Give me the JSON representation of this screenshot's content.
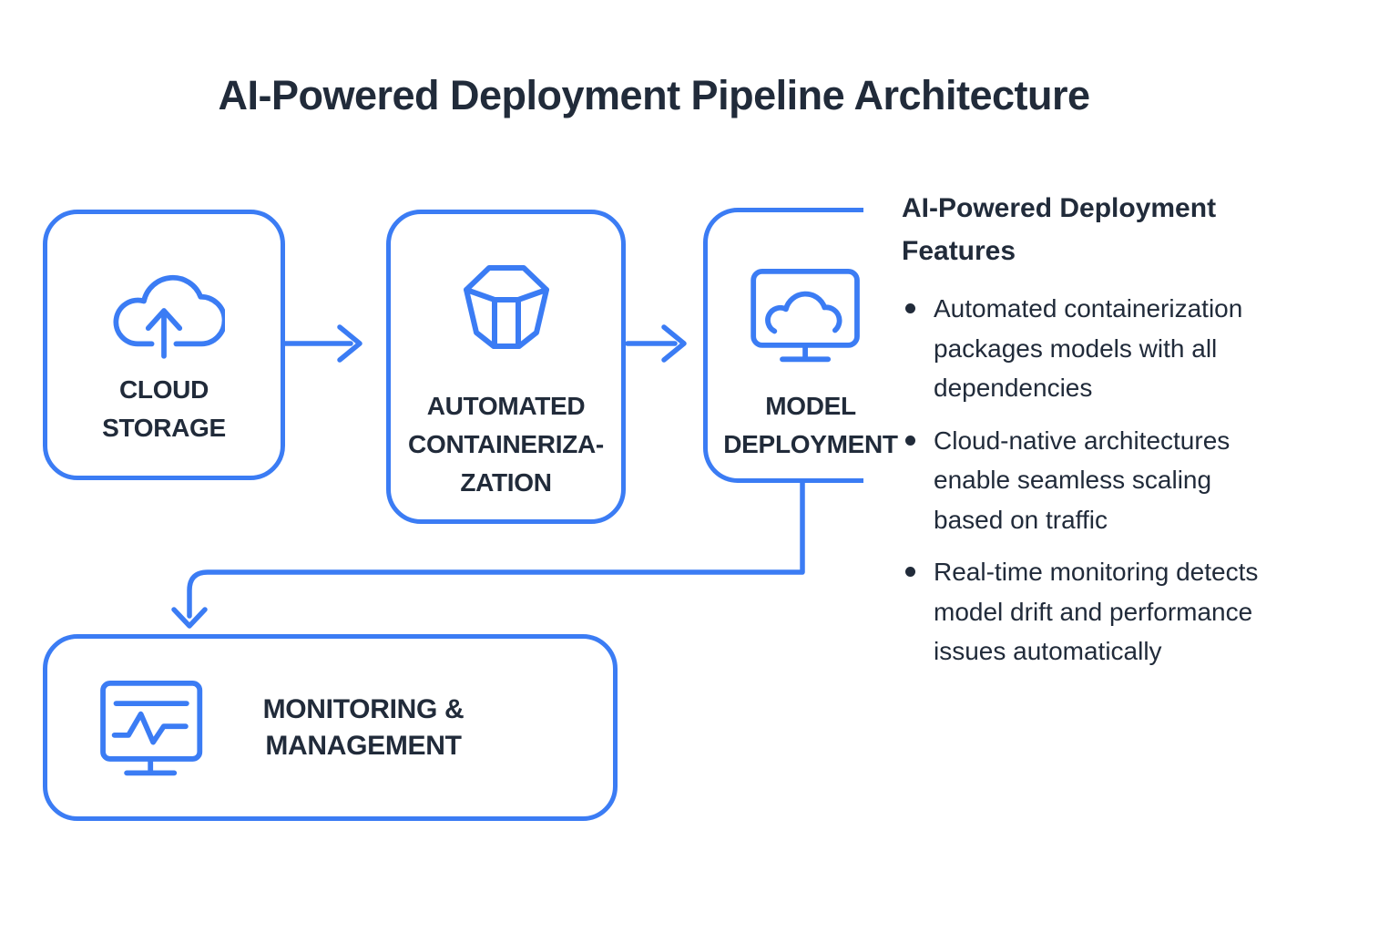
{
  "title": "AI-Powered Deployment Pipeline Architecture",
  "colors": {
    "accent": "#3b7cf4",
    "text_dark": "#212b3a"
  },
  "pipeline": {
    "nodes": [
      {
        "id": "cloud-storage",
        "label": "CLOUD\nSTORAGE",
        "icon": "cloud-upload-icon"
      },
      {
        "id": "automated-containerization",
        "label": "AUTOMATED\nCONTAINERIZA-\nZATION",
        "icon": "container-hexagon-icon"
      },
      {
        "id": "model-deployment",
        "label": "MODEL\nDEPLOYMENT",
        "icon": "monitor-cloud-icon"
      },
      {
        "id": "monitoring-management",
        "label": "MONITORING &\nMANAGEMENT",
        "icon": "monitor-pulse-icon"
      }
    ]
  },
  "features": {
    "heading": "AI-Powered Deployment\nFeatures",
    "items": [
      "Automated containerization\npackages models with all\ndependencies",
      "Cloud-native architectures\nenable seamless scaling\nbased on traffic",
      "Real-time monitoring detects\nmodel drift and performance\nissues automatically"
    ]
  }
}
